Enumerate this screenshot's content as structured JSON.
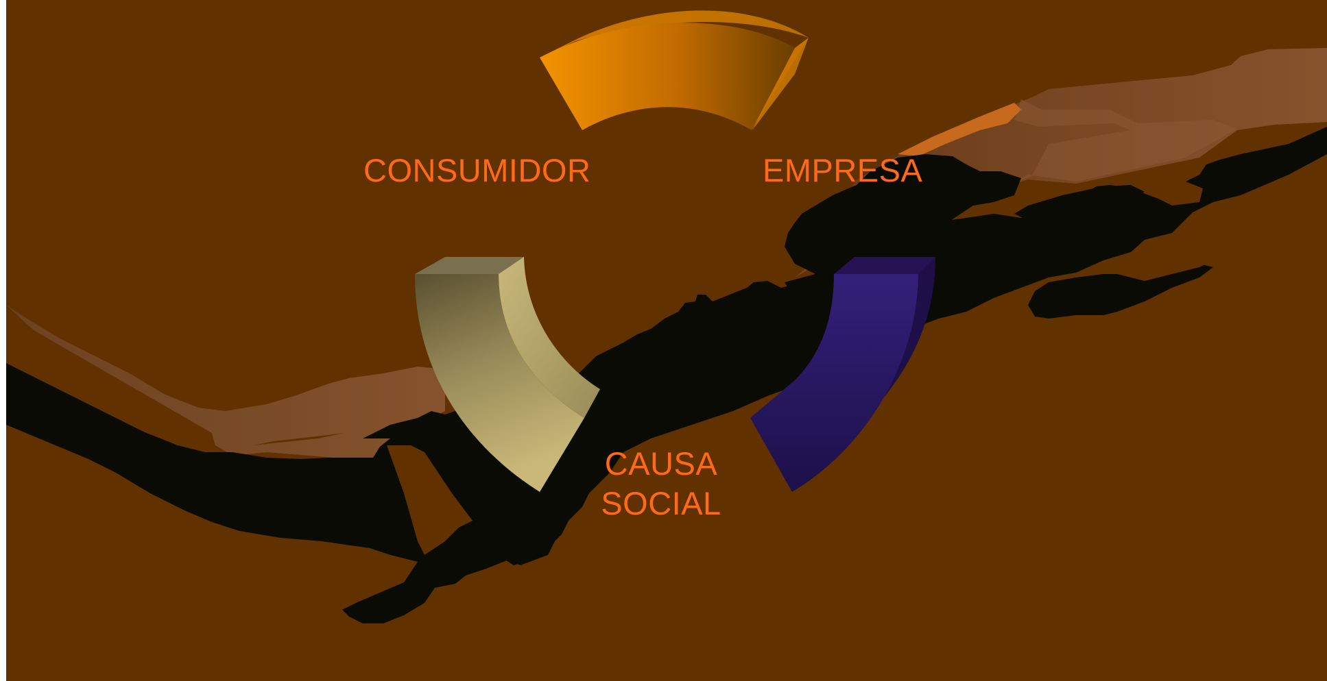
{
  "labels": {
    "consumidor": "CONSUMIDOR",
    "empresa": "EMPRESA",
    "causa_social": "CAUSA\nSOCIAL"
  },
  "colors": {
    "background": "#623100",
    "label_text": "#ff6a1a",
    "hand_silhouette": "#0a0a05",
    "hand_light": "#7a4a25",
    "segment_orange": "#f09000",
    "segment_tan": "#bfb070",
    "segment_purple": "#2a1865"
  },
  "icons": [
    "left-hand-icon",
    "right-hand-icon",
    "handshake-silhouette-icon"
  ]
}
